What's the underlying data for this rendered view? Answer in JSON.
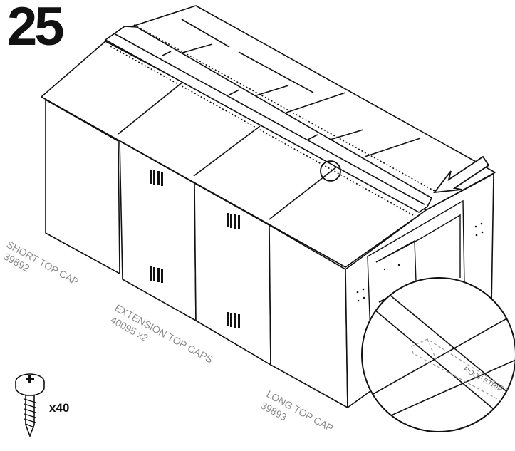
{
  "step": {
    "number": "25"
  },
  "labels": {
    "short_cap_name": "SHORT TOP CAP",
    "short_cap_code": "39892",
    "extension_cap_name": "EXTENSION TOP CAPS",
    "extension_cap_code": "40095 x2",
    "long_cap_name": "LONG TOP CAP",
    "long_cap_code": "39893",
    "detail_label": "ROOF STRIP"
  },
  "hardware": {
    "screw_icon": "screw-icon",
    "quantity": "x40"
  },
  "colors": {
    "line": "#111111",
    "label_text": "#8a8a8a",
    "background": "#ffffff"
  }
}
